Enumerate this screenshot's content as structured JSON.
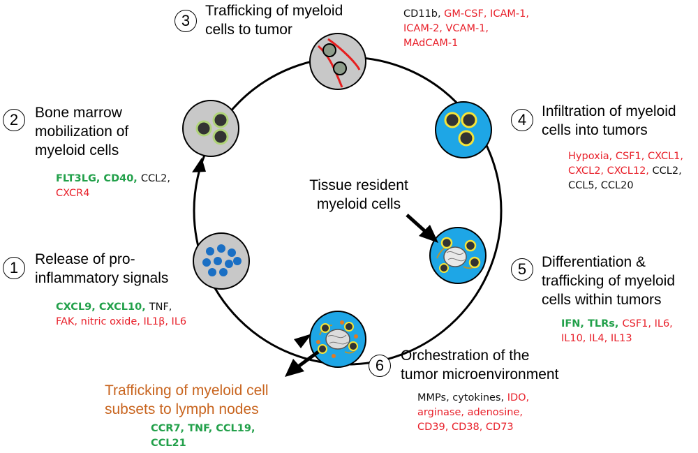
{
  "steps": {
    "s1": {
      "num": "1",
      "title_l1": "Release of pro-",
      "title_l2": "inflammatory signals",
      "genes": [
        {
          "t": "CXCL9, CXCL10, ",
          "c": "green"
        },
        {
          "t": "TNF, ",
          "c": "black"
        },
        {
          "t": "FAK, nitric oxide, IL1β, IL6",
          "c": "red"
        }
      ]
    },
    "s2": {
      "num": "2",
      "title_l1": "Bone marrow",
      "title_l2": "mobilization of",
      "title_l3": "myeloid cells",
      "genes": [
        {
          "t": "FLT3LG, CD40, ",
          "c": "green"
        },
        {
          "t": "CCL2, ",
          "c": "black"
        },
        {
          "t": "CXCR4",
          "c": "red"
        }
      ]
    },
    "s3": {
      "num": "3",
      "title_l1": "Trafficking of myeloid",
      "title_l2": "cells to tumor",
      "genes": [
        {
          "t": "CD11b, ",
          "c": "black"
        },
        {
          "t": "GM-CSF, ICAM-1, ICAM-2, VCAM-1, MAdCAM-1",
          "c": "red"
        }
      ]
    },
    "s4": {
      "num": "4",
      "title_l1": "Infiltration of myeloid",
      "title_l2": "cells into tumors",
      "genes": [
        {
          "t": "Hypoxia, CSF1, CXCL1, CXCL2, CXCL12, ",
          "c": "red"
        },
        {
          "t": "CCL2, CCL5, CCL20",
          "c": "black"
        }
      ]
    },
    "s5": {
      "num": "5",
      "title_l1": "Differentiation &",
      "title_l2": "trafficking of myeloid",
      "title_l3": "cells within tumors",
      "genes": [
        {
          "t": "IFN, TLRs, ",
          "c": "green"
        },
        {
          "t": "CSF1, IL6, IL10, IL4, IL13",
          "c": "red"
        }
      ]
    },
    "s6": {
      "num": "6",
      "title_l1": "Orchestration of the",
      "title_l2": "tumor microenvironment",
      "genes": [
        {
          "t": "MMPs, cytokines, ",
          "c": "black"
        },
        {
          "t": "IDO, arginase, adenosine, CD39, CD38, CD73",
          "c": "red"
        }
      ]
    }
  },
  "center": {
    "l1": "Tissue resident",
    "l2": "myeloid cells"
  },
  "lymph": {
    "l1": "Trafficking of myeloid cell",
    "l2": "subsets to lymph nodes",
    "genes": [
      {
        "t": "CCR7, TNF, CCL19, CCL21",
        "c": "green"
      }
    ]
  },
  "colors": {
    "gray_node": "#c8c8c8",
    "blue_node": "#1ea6e6",
    "dot_blue": "#1a6fc4",
    "red_vessel": "#e61e1e",
    "orange_text": "#c8641e",
    "green_text": "#22a04a",
    "red_text": "#e8202a"
  }
}
